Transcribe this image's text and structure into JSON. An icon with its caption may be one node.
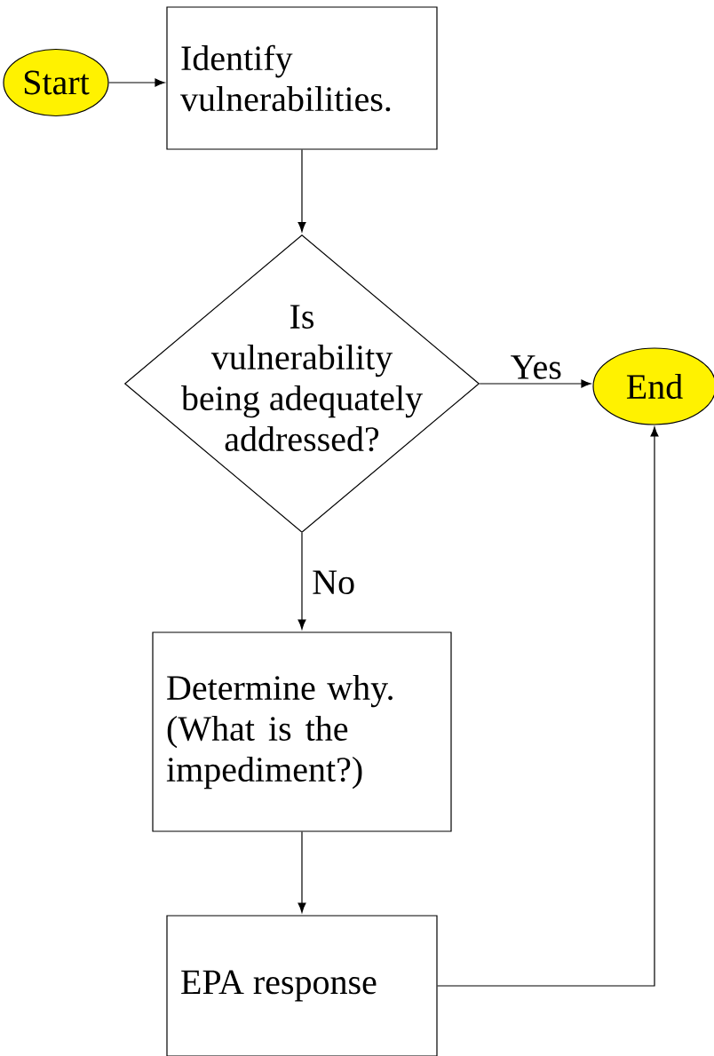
{
  "diagram": {
    "nodes": [
      {
        "text": [
          "Start"
        ]
      },
      {
        "text": [
          "Identify vulnerabilities."
        ]
      },
      {
        "text": [
          "Is vulnerability being adequately addressed?"
        ]
      },
      {
        "text": [
          "End"
        ]
      },
      {
        "text": [
          "Determine why. (What is the impediment?)"
        ]
      },
      {
        "text": [
          "EPA response"
        ]
      }
    ],
    "edges": [
      {
        "from": 0,
        "to": 1,
        "arrow": "to"
      },
      {
        "from": 1,
        "to": 2,
        "arrow": "to"
      },
      {
        "from": 2,
        "to": 3,
        "arrow": "to",
        "label": "Yes"
      },
      {
        "from": 2,
        "to": 4,
        "arrow": "to",
        "label": "No"
      },
      {
        "from": 4,
        "to": 5,
        "arrow": "to"
      },
      {
        "from": 5,
        "to": 3,
        "arrow": "to"
      }
    ]
  }
}
